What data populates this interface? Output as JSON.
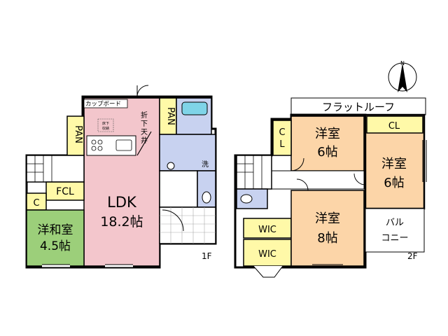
{
  "floor1": {
    "label": "1F",
    "cupboard": "カップボード",
    "ldk": {
      "name": "LDK",
      "size": "18.2帖"
    },
    "ceiling_note": [
      "折",
      "下",
      "天",
      "井"
    ],
    "underfloor_note": [
      "床下",
      "収納"
    ],
    "pantry": "PAN",
    "pantry2": "PAN",
    "fcl": "FCL",
    "closet": "C",
    "washroom": "洗",
    "tatami_room": {
      "name": "洋和室",
      "size": "4.5帖"
    }
  },
  "floor2": {
    "label": "2F",
    "flat_roof": "フラットルーフ",
    "room1": {
      "name": "洋室",
      "size": "6帖"
    },
    "room2": {
      "name": "洋室",
      "size": "6帖"
    },
    "room3": {
      "name": "洋室",
      "size": "8帖"
    },
    "closet_cl": "CL",
    "closet_left": [
      "C",
      "L"
    ],
    "wic1": "WIC",
    "wic2": "WIC",
    "balcony": [
      "バル",
      "コニー"
    ]
  },
  "compass": {
    "north": "N"
  },
  "colors": {
    "ldk": "#f3c6cc",
    "tatami": "#9ccf7a",
    "bedroom": "#fcd5a8",
    "storage": "#fff9a8",
    "wet": "#c8d2f0",
    "bath": "#7fd4e8"
  }
}
